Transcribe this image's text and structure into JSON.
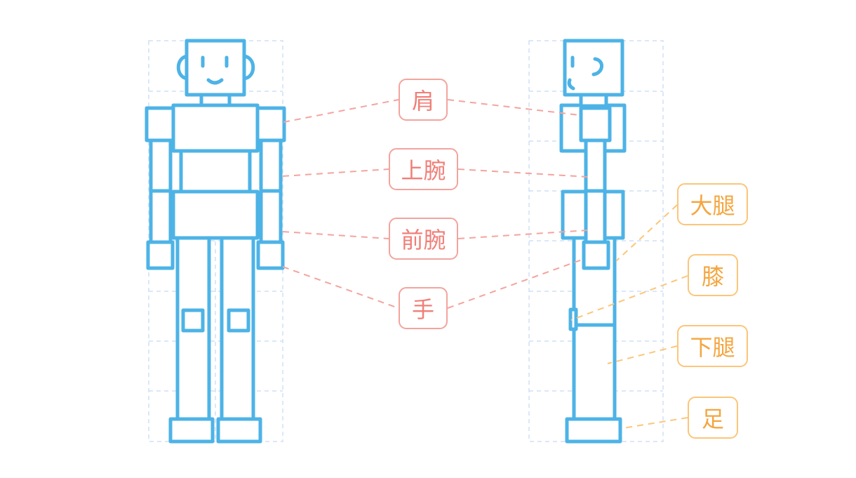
{
  "colors": {
    "figure_stroke": "#4db3e6",
    "grid_stroke": "#cfe0f5",
    "upper_accent": "#f3a49e",
    "upper_text": "#f07f78",
    "lower_accent": "#fbc67a",
    "lower_text": "#f4a640"
  },
  "labels": {
    "shoulder": "肩",
    "upper_arm": "上腕",
    "forearm": "前腕",
    "hand": "手",
    "thigh": "大腿",
    "knee": "膝",
    "lower_leg": "下腿",
    "foot": "足"
  }
}
